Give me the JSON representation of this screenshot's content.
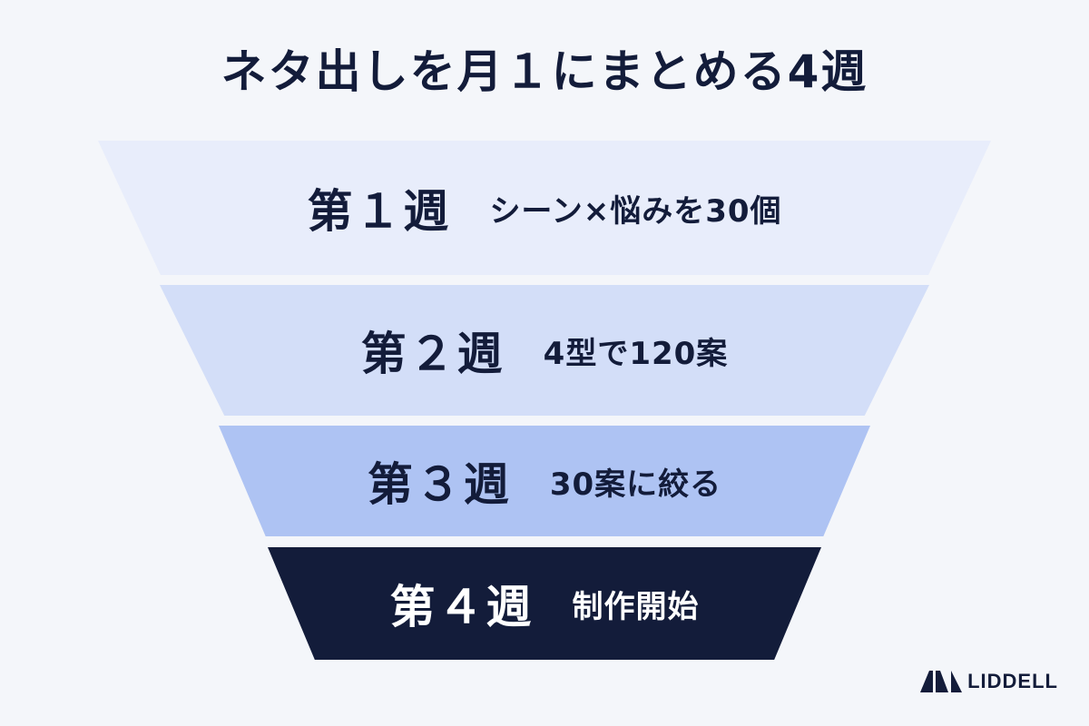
{
  "title": "ネタ出しを月１にまとめる4週",
  "funnel": [
    {
      "week": "第１週",
      "description": "シーン×悩みを30個",
      "color": "#e8edfb"
    },
    {
      "week": "第２週",
      "description": "4型で120案",
      "color": "#d3def8"
    },
    {
      "week": "第３週",
      "description": "30案に絞る",
      "color": "#aec3f3"
    },
    {
      "week": "第４週",
      "description": "制作開始",
      "color": "#131c3a"
    }
  ],
  "brand": {
    "name": "LIDDELL",
    "icon": "liddell-logo-icon"
  },
  "colors": {
    "background": "#f4f6fa",
    "text_dark": "#131c3a",
    "text_light": "#ffffff"
  }
}
